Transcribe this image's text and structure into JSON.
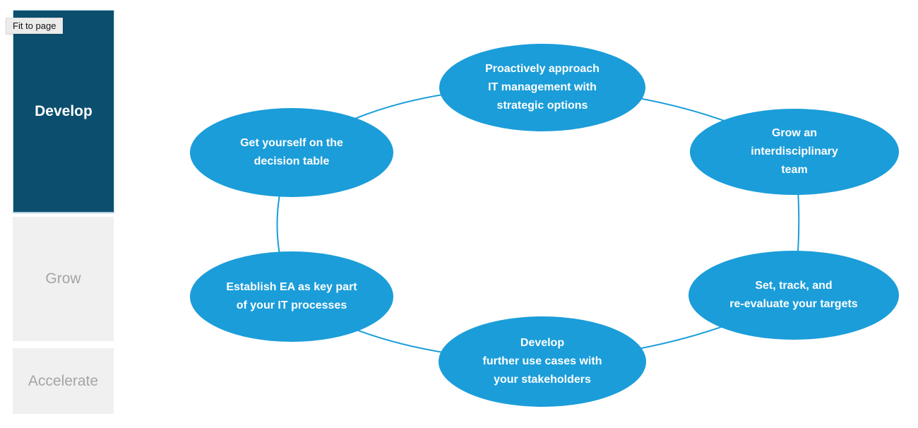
{
  "tooltip": {
    "label": "Fit to page"
  },
  "sidebar": {
    "items": [
      {
        "label": "Develop",
        "active": true
      },
      {
        "label": "Grow",
        "active": false
      },
      {
        "label": "Accelerate",
        "active": false
      }
    ]
  },
  "diagram": {
    "type": "cycle",
    "nodes": [
      {
        "id": "top",
        "label": "Proactively approach\nIT management with\nstrategic options"
      },
      {
        "id": "top-right",
        "label": "Grow an\ninterdisciplinary\nteam"
      },
      {
        "id": "bottom-right",
        "label": "Set, track, and\nre-evaluate your targets"
      },
      {
        "id": "bottom",
        "label": "Develop\nfurther use cases with\nyour stakeholders"
      },
      {
        "id": "bottom-left",
        "label": "Establish EA as key part\nof your IT processes"
      },
      {
        "id": "top-left",
        "label": "Get yourself on the\ndecision table"
      }
    ],
    "colors": {
      "node_fill": "#1B9DD9",
      "node_text": "#FFFFFF",
      "connector": "#1B9DD9",
      "active_tab_bg": "#0B4E6D",
      "active_tab_text": "#FFFFFF",
      "inactive_tab_bg": "#F0F0F0",
      "inactive_tab_text": "#A5A5A5"
    }
  }
}
